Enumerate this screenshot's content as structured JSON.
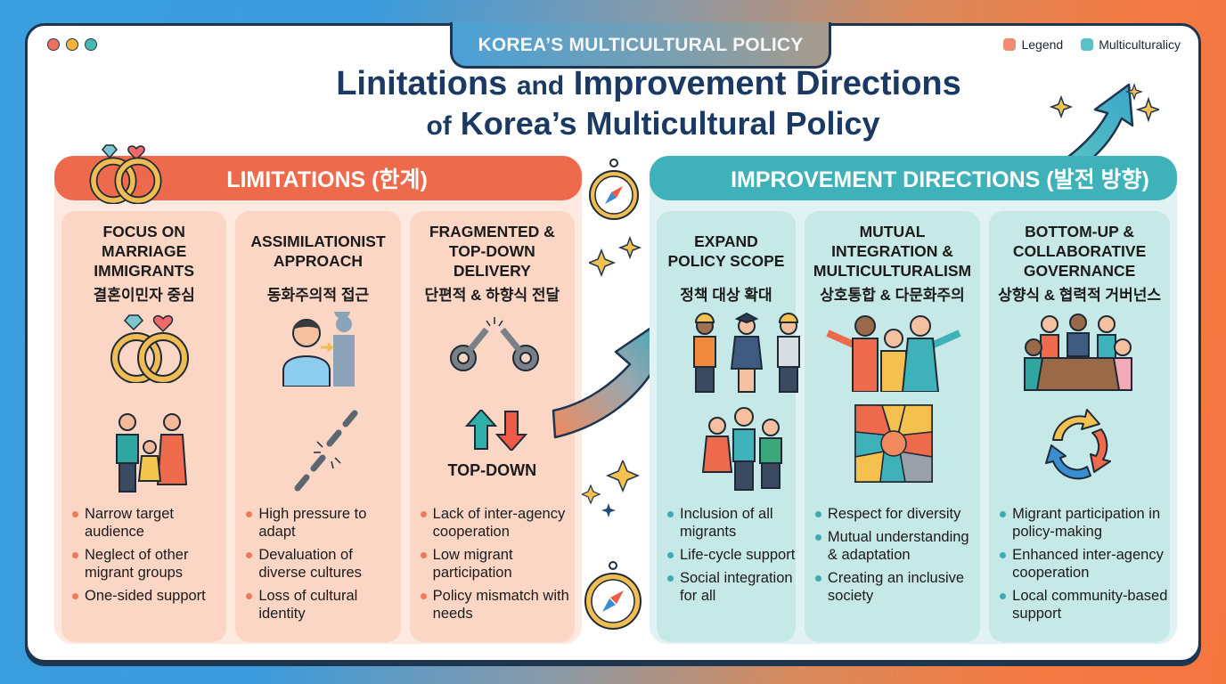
{
  "window": {
    "top_tab": "KOREA’S MULTICULTURAL POLICY",
    "traffic_lights": [
      "#ee7060",
      "#f2b43c",
      "#47b8b4"
    ],
    "legend": [
      {
        "label": "Legend",
        "color": "#f08c70"
      },
      {
        "label": "Multiculturalicy",
        "color": "#5cc0c8"
      }
    ]
  },
  "title": {
    "line1_word1": "Linitations",
    "line1_and": "and",
    "line1_rest": "Improvement Directions",
    "line2_of": "of",
    "line2_rest": "Korea’s Multicultural Policy"
  },
  "limitations": {
    "header": "LIMITATIONS (한계)",
    "color": "#ee6a4c",
    "cards": [
      {
        "title": "FOCUS ON\nMARRIAGE\nIMMIGRANTS",
        "korean": "결혼이민자 중심",
        "icons": [
          "wedding-rings-icon",
          "family-icon"
        ],
        "bullets": [
          "Narrow target audience",
          "Neglect of other migrant groups",
          "One-sided support"
        ]
      },
      {
        "title": "ASSIMILATIONIST\nAPPROACH",
        "korean": "동화주의적 접근",
        "icons": [
          "person-assimilation-icon",
          "broken-chain-icon"
        ],
        "bullets": [
          "High pressure to adapt",
          "Devaluation of diverse cultures",
          "Loss of cultural identity"
        ]
      },
      {
        "title": "FRAGMENTED &\nTOP-DOWN\nDELIVERY",
        "korean": "단편적 & 하향식 전달",
        "icons": [
          "broken-gears-icon",
          "up-down-arrows-icon"
        ],
        "icon_label": "TOP-DOWN",
        "bullets": [
          "Lack of inter-agency cooperation",
          "Low migrant participation",
          "Policy mismatch with needs"
        ]
      }
    ]
  },
  "improvements": {
    "header": "IMPROVEMENT DIRECTIONS (발전 방향)",
    "color": "#3fb1b8",
    "cards": [
      {
        "title": "EXPAND\nPOLICY SCOPE",
        "korean": "정책 대상 확대",
        "icons": [
          "diverse-workers-icon",
          "group-of-people-icon"
        ],
        "bullets": [
          "Inclusion of all migrants",
          "Life-cycle support",
          "Social integration for all"
        ]
      },
      {
        "title": "MUTUAL\nINTEGRATION &\nMULTICULTURALISM",
        "korean": "상호통합 & 다문화주의",
        "icons": [
          "welcoming-people-icon",
          "mosaic-icon"
        ],
        "bullets": [
          "Respect for diversity",
          "Mutual understanding & adaptation",
          "Creating an inclusive society"
        ]
      },
      {
        "title": "BOTTOM-UP &\nCOLLABORATIVE\nGOVERNANCE",
        "korean": "상향식 & 협력적 거버넌스",
        "icons": [
          "meeting-table-icon",
          "cycle-arrows-icon"
        ],
        "bullets": [
          "Migrant participation in policy-making",
          "Enhanced inter-agency cooperation",
          "Local community-based support"
        ]
      }
    ]
  },
  "decorations": [
    "compass-icon",
    "compass-icon",
    "transition-arrow-icon",
    "rising-arrow-icon",
    "sparkle-icon"
  ]
}
